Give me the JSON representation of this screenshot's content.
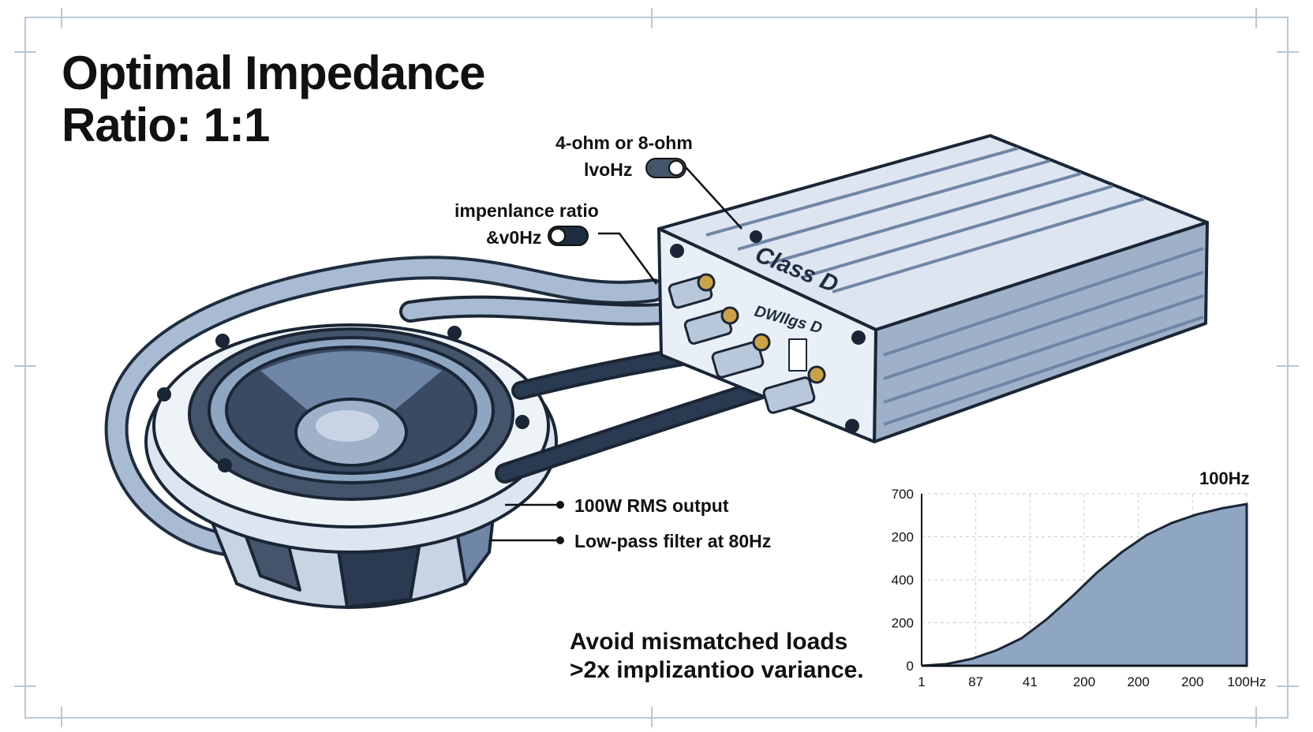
{
  "title": {
    "line1": "Optimal Impedance",
    "line2": "Ratio: 1:1"
  },
  "callouts": {
    "ohm_top": "4-ohm or 8-ohm",
    "ohm_freq": "lvoHz",
    "impedance_top": "impenlance ratio",
    "impedance_freq": "&v0Hz",
    "rms": "100W RMS output",
    "lowpass": "Low-pass filter at 80Hz"
  },
  "amplifier": {
    "brand_top": "Class D",
    "brand_front": "DWIIgs D"
  },
  "warning": {
    "line1": "Avoid mismatched loads",
    "line2": ">2x implizantioo variance."
  },
  "colors": {
    "metal": "#9fb1c9",
    "metal_light": "#dde6f0",
    "dark": "#1f2d40",
    "brass": "#c9a24a",
    "plot_fill": "#8fa6c2"
  },
  "chart_data": {
    "type": "area",
    "peak_label": "100Hz",
    "y_ticks": [
      "700",
      "200",
      "400",
      "200",
      "0"
    ],
    "x_ticks": [
      "1",
      "87",
      "41",
      "200",
      "200",
      "200",
      "100Hz"
    ],
    "values": [
      0,
      1,
      4,
      9,
      16,
      27,
      40,
      54,
      66,
      76,
      83,
      88,
      91.5,
      94
    ]
  }
}
